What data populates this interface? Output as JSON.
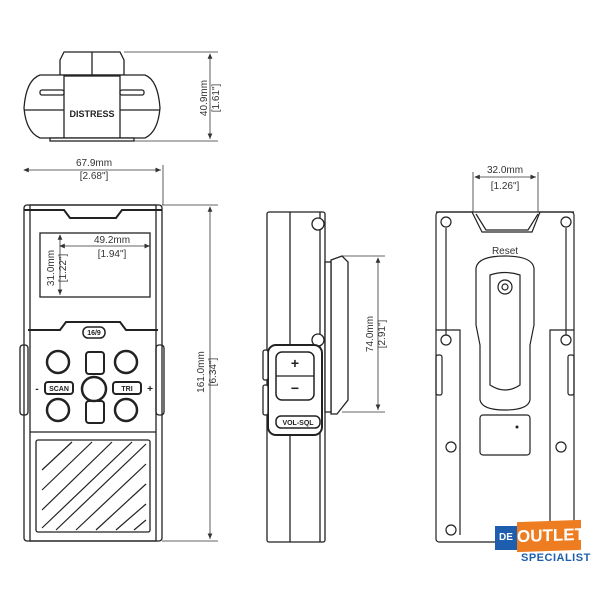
{
  "top_view": {
    "label": "DISTRESS",
    "height_mm": "40.9mm",
    "height_in": "[1.61\"]"
  },
  "front_view": {
    "width_mm": "67.9mm",
    "width_in": "[2.68\"]",
    "height_mm": "161.0mm",
    "height_in": "[6.34\"]",
    "screen_width_mm": "49.2mm",
    "screen_width_in": "[1.94\"]",
    "screen_height_mm": "31.0mm",
    "screen_height_in": "[1.22\"]",
    "keys": {
      "top_badge": "16/9",
      "scan": "SCAN",
      "tri": "TRI",
      "minus": "-",
      "plus": "+"
    }
  },
  "side_view": {
    "clip_height_mm": "74.0mm",
    "clip_height_in": "[2.91\"]",
    "vol_label": "VOL-SQL",
    "plus": "+",
    "minus": "−"
  },
  "back_view": {
    "clip_width_mm": "32.0mm",
    "clip_width_in": "[1.26\"]",
    "reset_label": "Reset"
  },
  "logo": {
    "de": "DE",
    "outlet": "OUTLET",
    "specialist": "SPECIALIST",
    "colors": {
      "blue": "#1d5fae",
      "orange": "#ee7d22"
    }
  }
}
